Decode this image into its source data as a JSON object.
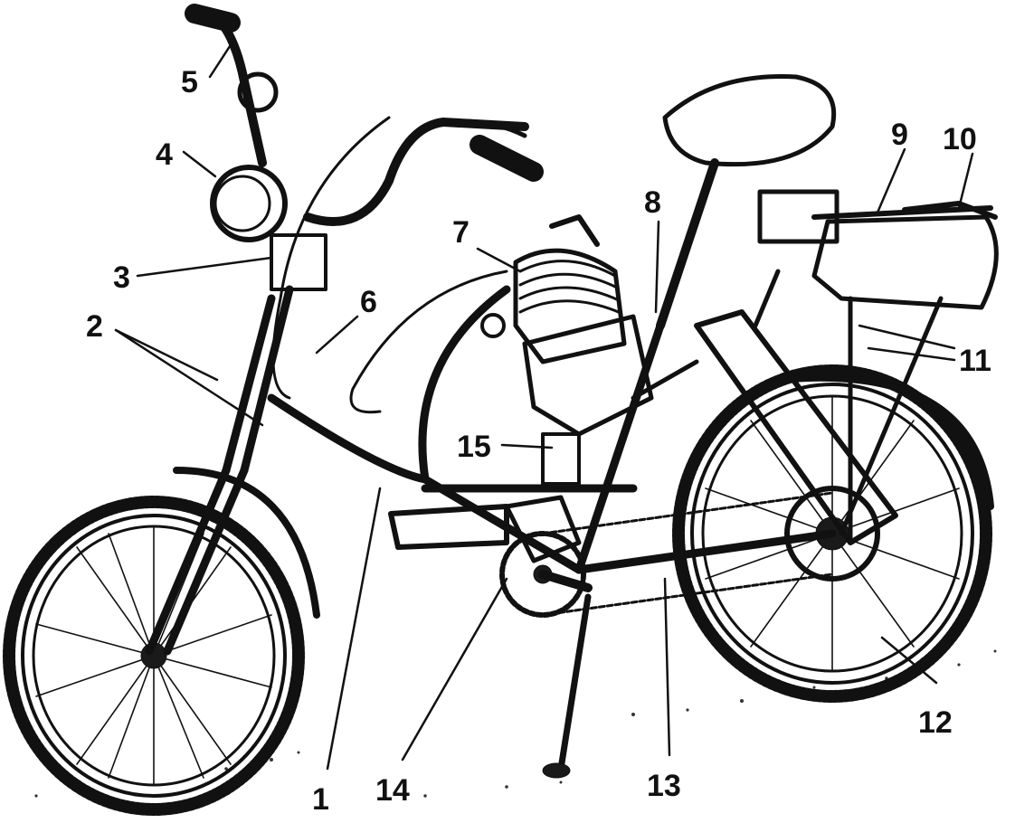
{
  "diagram": {
    "subject": "moped-bicycle-illustration",
    "callouts": [
      {
        "id": "1",
        "label": "1"
      },
      {
        "id": "2",
        "label": "2"
      },
      {
        "id": "3",
        "label": "3"
      },
      {
        "id": "4",
        "label": "4"
      },
      {
        "id": "5",
        "label": "5"
      },
      {
        "id": "6",
        "label": "6"
      },
      {
        "id": "7",
        "label": "7"
      },
      {
        "id": "8",
        "label": "8"
      },
      {
        "id": "9",
        "label": "9"
      },
      {
        "id": "10",
        "label": "10"
      },
      {
        "id": "11",
        "label": "11"
      },
      {
        "id": "12",
        "label": "12"
      },
      {
        "id": "13",
        "label": "13"
      },
      {
        "id": "14",
        "label": "14"
      },
      {
        "id": "15",
        "label": "15"
      }
    ],
    "colors": {
      "ink": "#111111",
      "paper": "#ffffff"
    }
  }
}
